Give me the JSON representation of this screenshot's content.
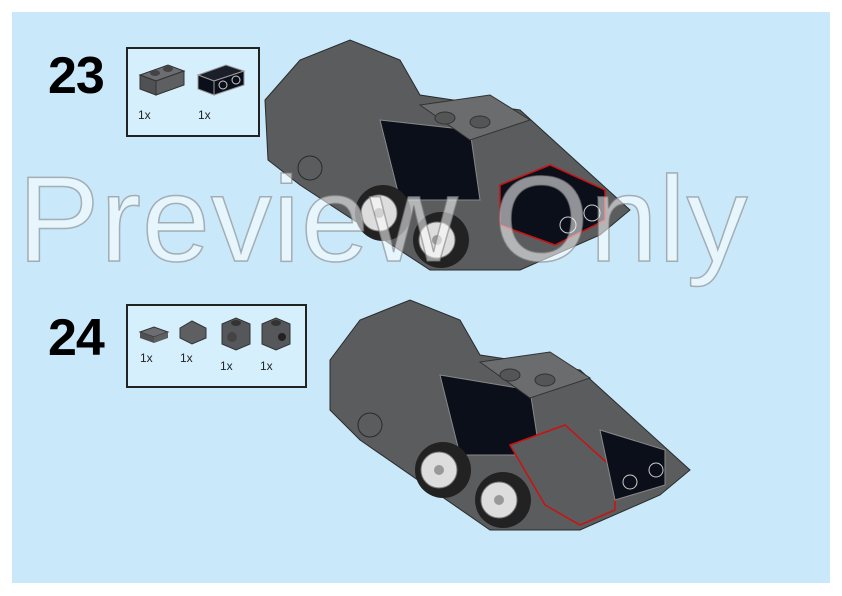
{
  "steps": [
    {
      "number": "23",
      "parts": [
        {
          "name": "brick-1x2-dark-gray",
          "qty": "1x"
        },
        {
          "name": "brick-1x2-studs-on-side-black",
          "qty": "1x"
        }
      ]
    },
    {
      "number": "24",
      "parts": [
        {
          "name": "plate-1x1-dark-gray",
          "qty": "1x"
        },
        {
          "name": "slope-1x1-dark-gray",
          "qty": "1x"
        },
        {
          "name": "brick-1x1-stud-on-side-dark-gray",
          "qty": "1x"
        },
        {
          "name": "brick-1x1-stud-on-side-dark-gray",
          "qty": "1x"
        }
      ]
    }
  ],
  "watermark": "Preview Only",
  "colors": {
    "background": "#c9e9fb",
    "dark_gray": "#5a5c5e",
    "black": "#0b0f1a",
    "highlight": "#cc1111"
  }
}
